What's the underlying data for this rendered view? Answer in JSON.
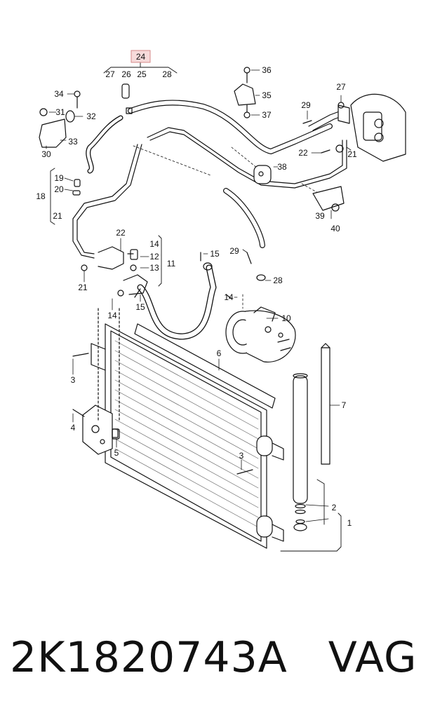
{
  "highlight_label": "24",
  "callouts": [
    {
      "id": "c27a",
      "text": "27"
    },
    {
      "id": "c26",
      "text": "26"
    },
    {
      "id": "c25",
      "text": "25"
    },
    {
      "id": "c28a",
      "text": "28"
    },
    {
      "id": "c36",
      "text": "36"
    },
    {
      "id": "c35",
      "text": "35"
    },
    {
      "id": "c37",
      "text": "37"
    },
    {
      "id": "c34",
      "text": "34"
    },
    {
      "id": "c31",
      "text": "31"
    },
    {
      "id": "c32",
      "text": "32"
    },
    {
      "id": "c33",
      "text": "33"
    },
    {
      "id": "c30",
      "text": "30"
    },
    {
      "id": "c29a",
      "text": "29"
    },
    {
      "id": "c27b",
      "text": "27"
    },
    {
      "id": "c22a",
      "text": "22"
    },
    {
      "id": "c21a",
      "text": "21"
    },
    {
      "id": "c38",
      "text": "38"
    },
    {
      "id": "c19",
      "text": "19"
    },
    {
      "id": "c20",
      "text": "20"
    },
    {
      "id": "c18",
      "text": "18"
    },
    {
      "id": "c21b",
      "text": "21"
    },
    {
      "id": "c39",
      "text": "39"
    },
    {
      "id": "c40",
      "text": "40"
    },
    {
      "id": "c22b",
      "text": "22"
    },
    {
      "id": "c14a",
      "text": "14"
    },
    {
      "id": "c12",
      "text": "12"
    },
    {
      "id": "c13",
      "text": "13"
    },
    {
      "id": "c11",
      "text": "11"
    },
    {
      "id": "c15a",
      "text": "15"
    },
    {
      "id": "c29b",
      "text": "29"
    },
    {
      "id": "c21c",
      "text": "21"
    },
    {
      "id": "c28b",
      "text": "28"
    },
    {
      "id": "c14b",
      "text": "14"
    },
    {
      "id": "c15b",
      "text": "15"
    },
    {
      "id": "c14c",
      "text": "14"
    },
    {
      "id": "c10",
      "text": "10"
    },
    {
      "id": "c6",
      "text": "6"
    },
    {
      "id": "c3a",
      "text": "3"
    },
    {
      "id": "c7",
      "text": "7"
    },
    {
      "id": "c4",
      "text": "4"
    },
    {
      "id": "c5",
      "text": "5"
    },
    {
      "id": "c3b",
      "text": "3"
    },
    {
      "id": "c2",
      "text": "2"
    },
    {
      "id": "c1",
      "text": "1"
    }
  ],
  "part_number": "2K1820743A",
  "brand": "VAG",
  "colors": {
    "highlight_fill": "#f7dada",
    "highlight_stroke": "#d48a8a",
    "line": "#111111"
  }
}
